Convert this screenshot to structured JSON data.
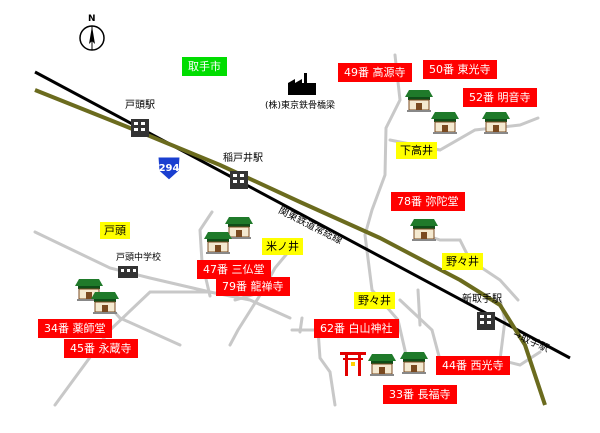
{
  "city": "取手市",
  "north_mark": "N",
  "route_number": "294",
  "factory": "(株)東京鉄骨橋梁",
  "railway": "関東鉄道常総線",
  "direction": "→取手駅",
  "stations": {
    "togashira": "戸頭駅",
    "inatoi": "稲戸井駅",
    "shintoride": "新取手駅"
  },
  "school": "戸頭中学校",
  "areas": {
    "togashira": "戸頭",
    "yoneno": "米ノ井",
    "shimotakai": "下高井",
    "nonoi_east": "野々井",
    "nonoi": "野々井"
  },
  "temples": {
    "t49": "49番 高源寺",
    "t50": "50番 東光寺",
    "t52": "52番 明音寺",
    "t78": "78番 弥陀堂",
    "t47": "47番 三仏堂",
    "t79": "79番 龍禅寺",
    "t34": "34番 薬師堂",
    "t45": "45番 永蔵寺",
    "t62": "62番 白山神社",
    "t44": "44番 西光寺",
    "t33": "33番 長福寺"
  },
  "colors": {
    "label_red": "#ff0000",
    "label_yellow": "#ffff00",
    "label_green": "#00dd00",
    "road": "#c8c8c8",
    "highway": "#000000",
    "railway": "#6b6b1e",
    "temple_roof": "#1f7a2a",
    "route_shield": "#1a3fd0"
  }
}
